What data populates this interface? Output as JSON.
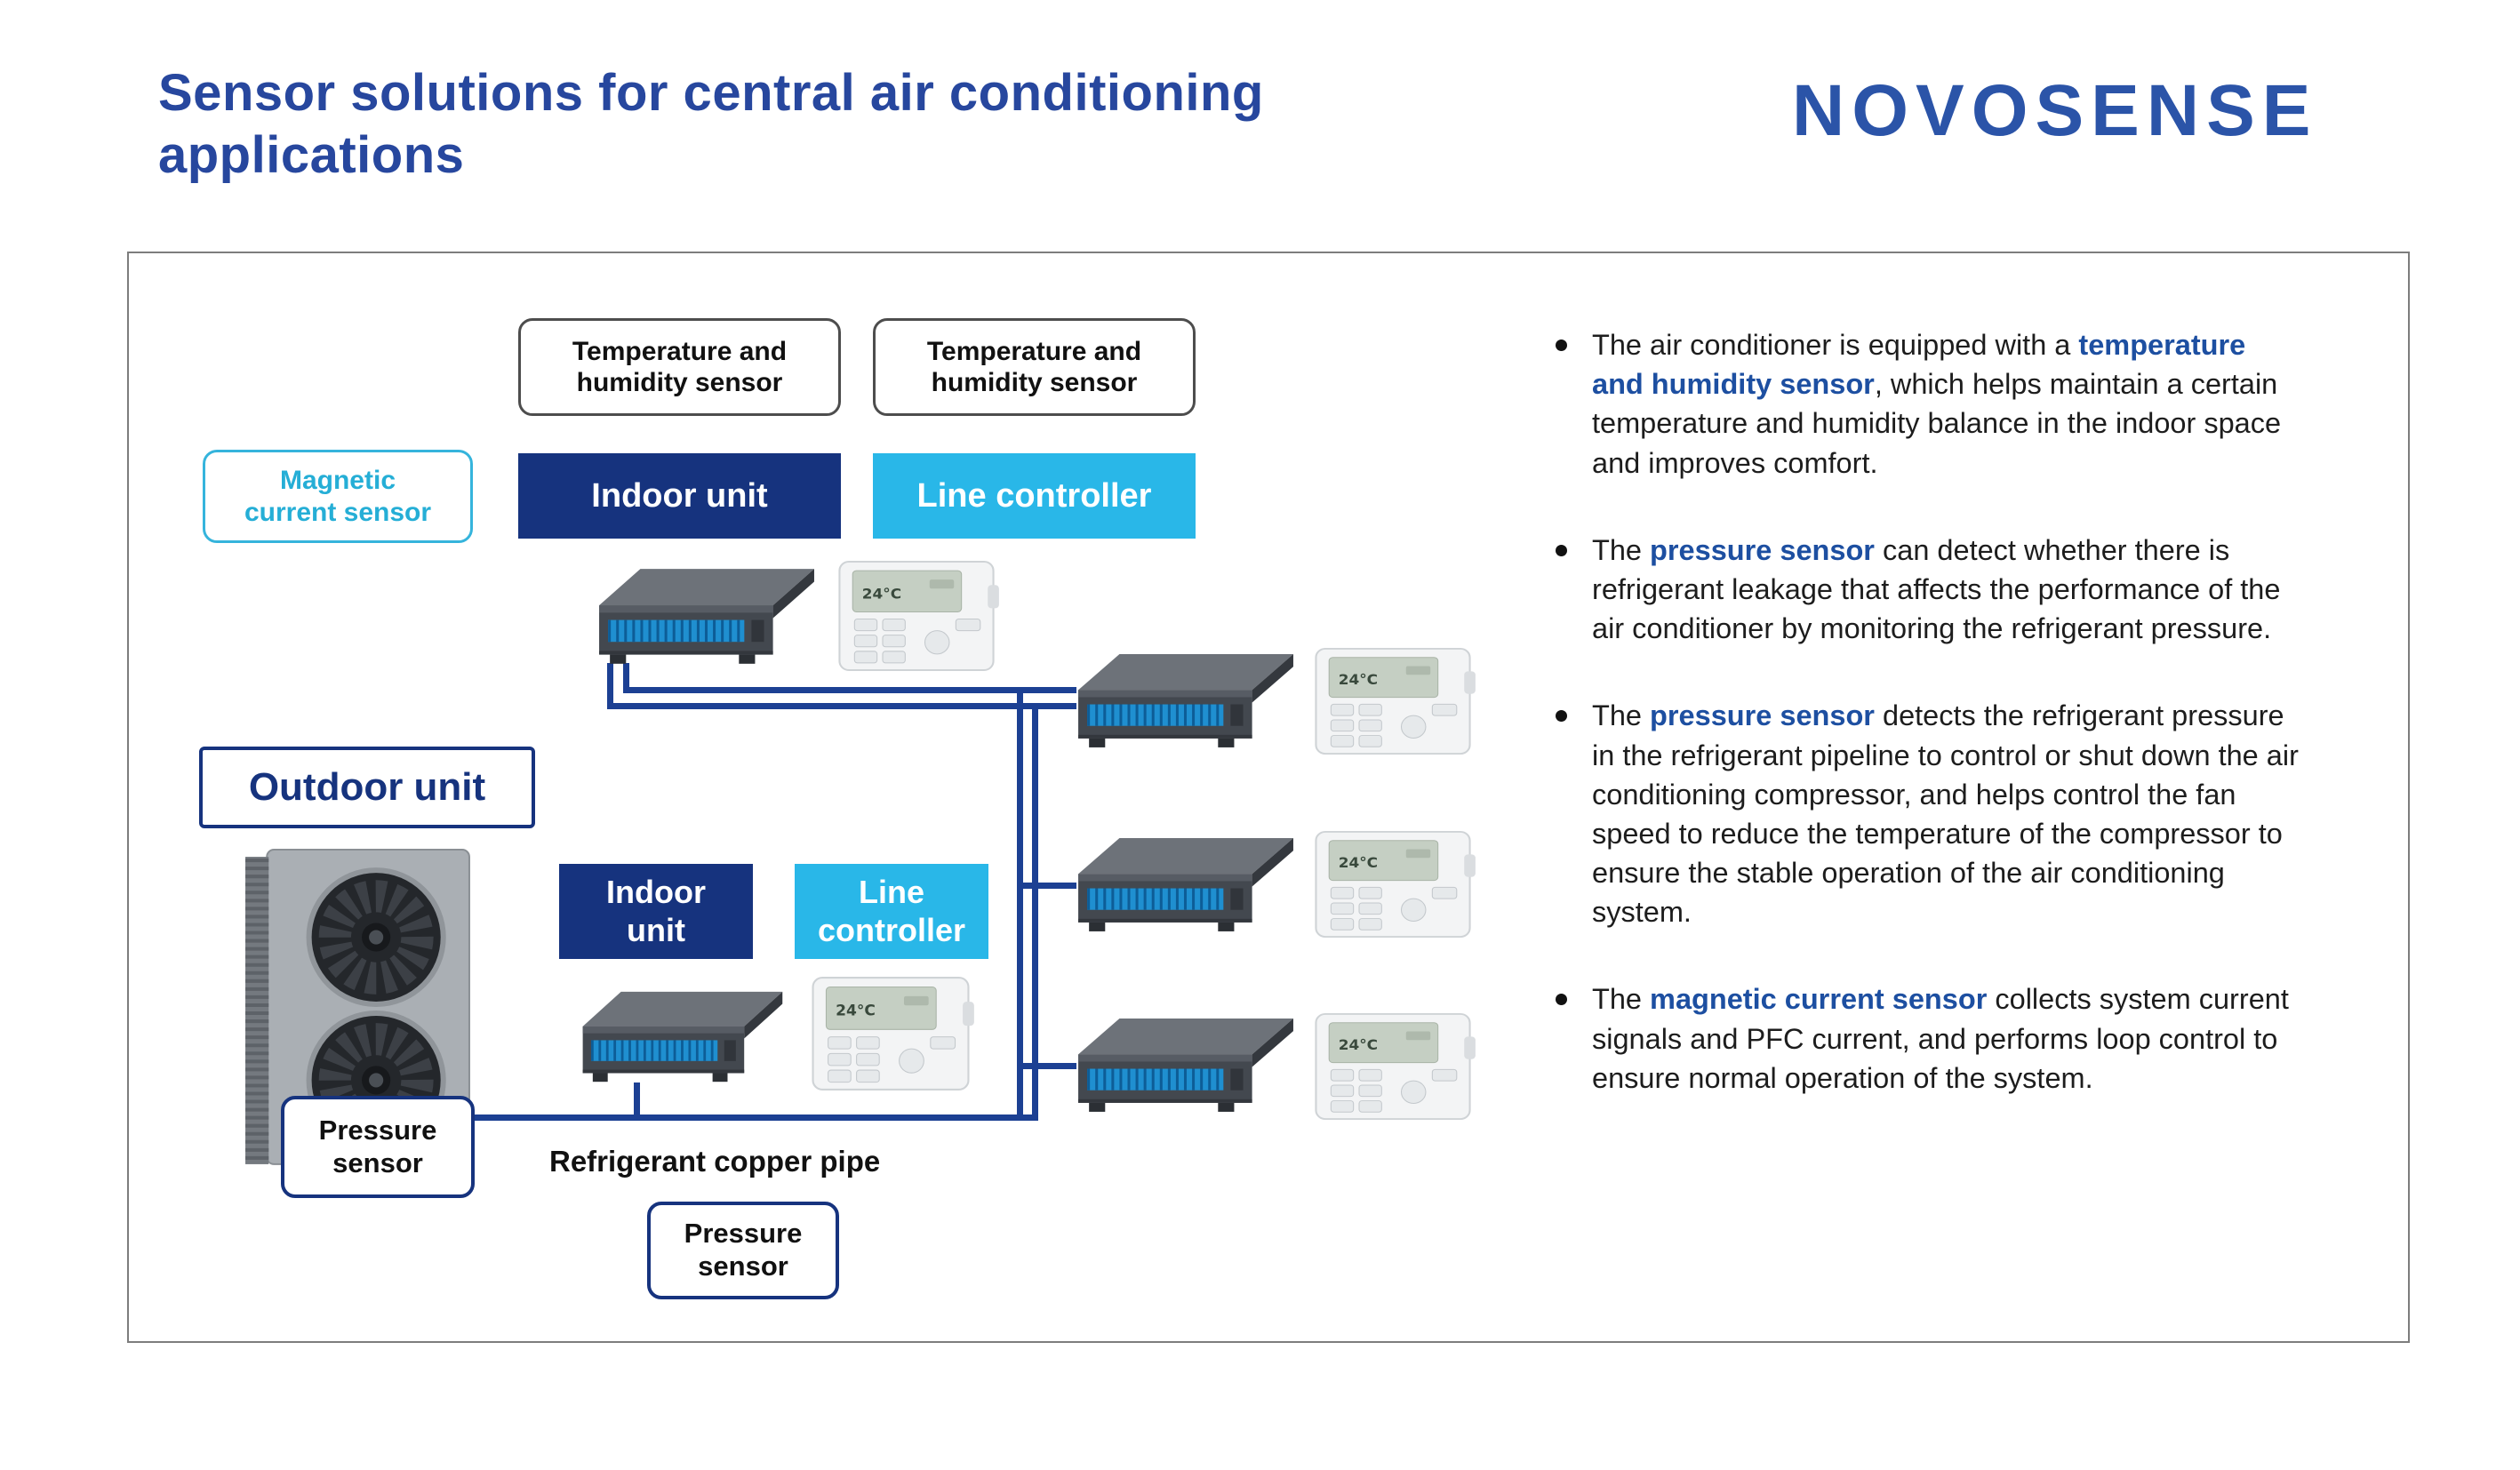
{
  "header": {
    "title_line1": "Sensor solutions for central air conditioning",
    "title_line2": "applications",
    "logo": "NOVOSENSE"
  },
  "diagram": {
    "labels": {
      "temp_humidity_1": "Temperature and humidity sensor",
      "temp_humidity_2": "Temperature and humidity sensor",
      "magnetic_current": "Magnetic current sensor",
      "indoor_unit_1": "Indoor unit",
      "line_controller_1": "Line controller",
      "outdoor_unit": "Outdoor unit",
      "indoor_unit_2": "Indoor unit",
      "line_controller_2": "Line controller",
      "pressure_sensor_1": "Pressure sensor",
      "pressure_sensor_2": "Pressure sensor",
      "refrigerant_pipe": "Refrigerant copper pipe"
    },
    "controller_display": "24°C"
  },
  "bullets": [
    {
      "pre": "The air conditioner is equipped with a ",
      "bold": "temperature and humidity sensor",
      "post": ", which helps maintain a certain temperature and humidity balance in the indoor space and improves comfort."
    },
    {
      "pre": "The ",
      "bold": "pressure sensor",
      "post": " can detect whether there is refrigerant leakage that affects the performance of the air conditioner by monitoring the refrigerant pressure."
    },
    {
      "pre": "The ",
      "bold": "pressure sensor",
      "post": " detects the refrigerant pressure in the refrigerant pipeline to control or shut down the air conditioning compressor, and helps control the fan speed to reduce the temperature of the compressor to ensure the stable operation of the air conditioning system."
    },
    {
      "pre": "The ",
      "bold": "magnetic current sensor",
      "post": " collects system current signals and PFC current, and performs loop control to ensure normal operation of the system."
    }
  ],
  "colors": {
    "title_blue": "#27479e",
    "logo_blue": "#2b54a8",
    "navy": "#16337e",
    "pipe_navy": "#1c4093",
    "cyan": "#29b7e8",
    "cyan_border": "#35b4dc",
    "highlight_blue": "#1d4fa1"
  }
}
